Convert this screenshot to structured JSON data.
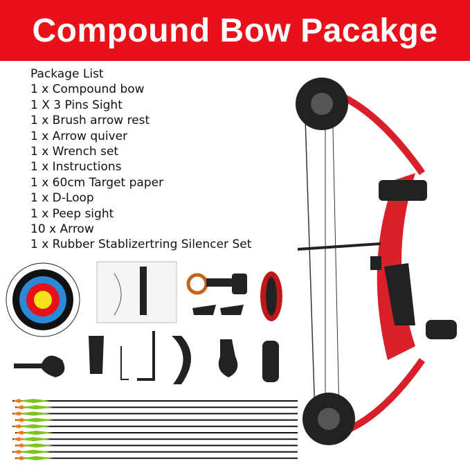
{
  "banner": {
    "title": "Compound Bow Pacakge",
    "color": "#e8111a"
  },
  "package_list": {
    "heading": "Package List",
    "items": [
      "1 x Compound bow",
      "1 X 3 Pins Sight",
      "1 x Brush arrow rest",
      "1 x Arrow quiver",
      "1 x Wrench set",
      "1 x Instructions",
      "1 x 60cm Target paper",
      "1 x D-Loop",
      "1 x Peep sight",
      "10 x Arrow",
      "1 x Rubber Stablizertring Silencer Set"
    ]
  },
  "product_images": [
    "compound-bow",
    "target-paper",
    "instructions-booklet",
    "pin-sight",
    "d-loop",
    "brush-arrow-rest",
    "wrench-set",
    "arrow-quiver",
    "stabilizer",
    "arrows"
  ],
  "colors": {
    "bow": "#d8202a",
    "fletching_green": "#7fc31c",
    "fletching_orange": "#f07a1a"
  }
}
